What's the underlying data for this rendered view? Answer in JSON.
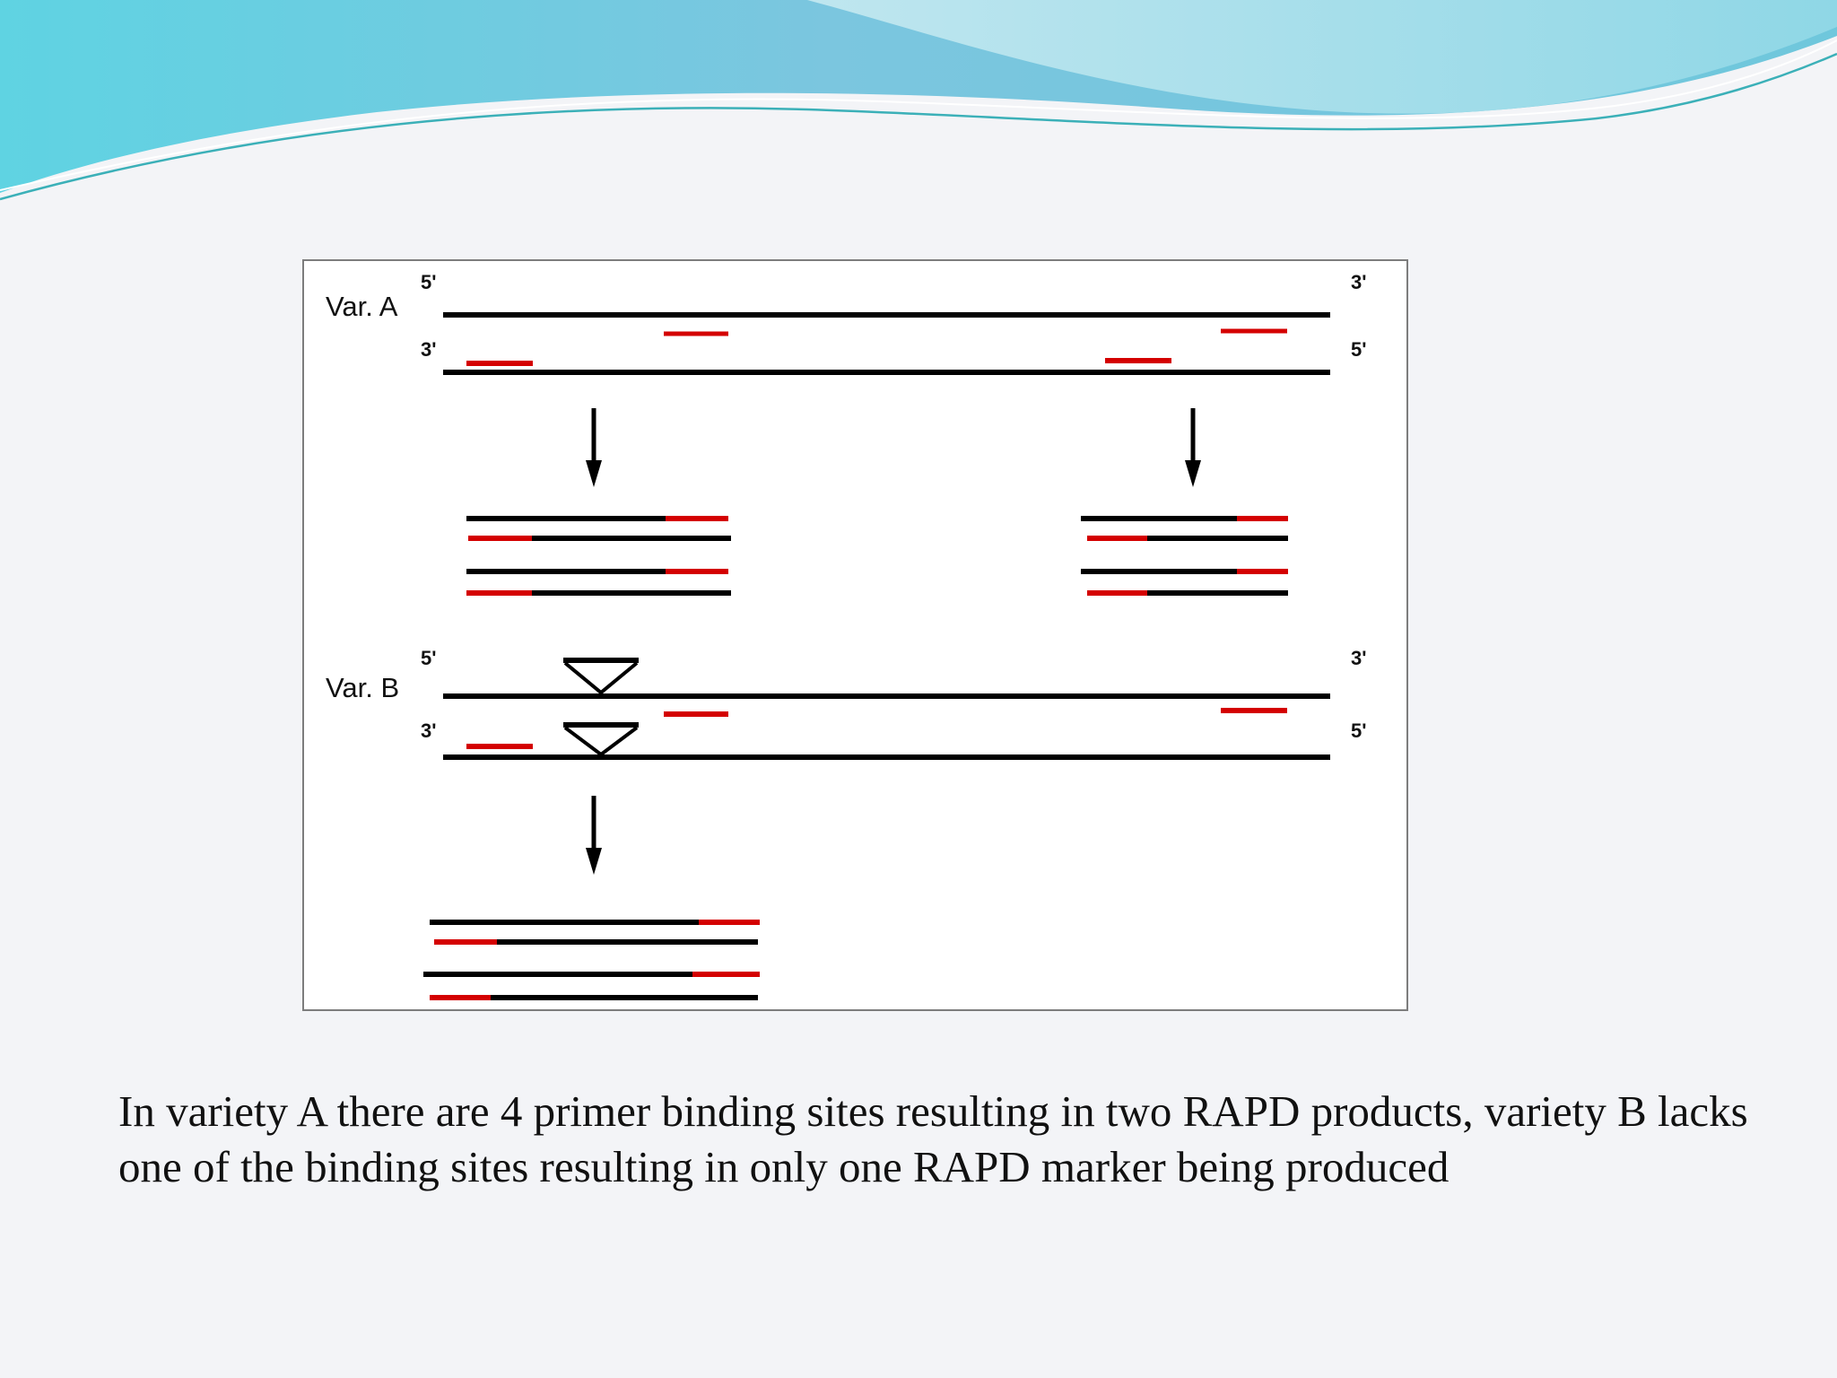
{
  "diagram": {
    "variety_a": {
      "label": "Var. A",
      "top_strand": {
        "left_end": "5'",
        "right_end": "3'"
      },
      "bottom_strand": {
        "left_end": "3'",
        "right_end": "5'"
      }
    },
    "variety_b": {
      "label": "Var. B",
      "top_strand": {
        "left_end": "5'",
        "right_end": "3'"
      },
      "bottom_strand": {
        "left_end": "3'",
        "right_end": "5'"
      }
    },
    "colors": {
      "dna": "#000000",
      "primer": "#d40000"
    }
  },
  "caption": "In variety A there are 4 primer binding sites resulting in two RAPD products, variety B lacks one of the binding sites resulting in only one RAPD marker being produced"
}
